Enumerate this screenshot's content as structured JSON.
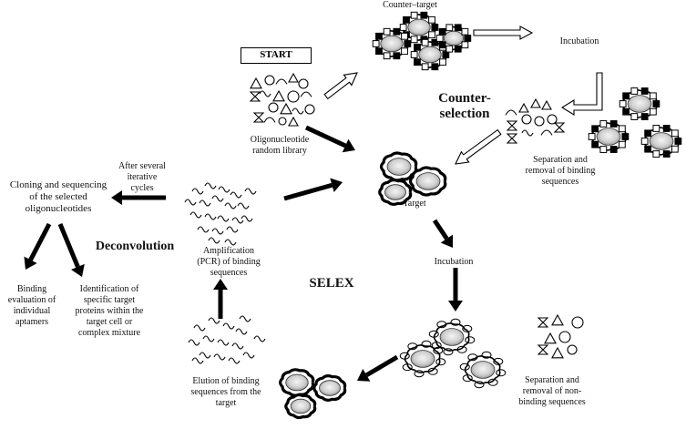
{
  "labels": {
    "counter_target": "Counter–target",
    "incubation_top": "Incubation",
    "start": "START",
    "counter_selection": "Counter-\nselection",
    "oligo_library": "Oligonucleotide\nrandom library",
    "separation_binding": "Separation and\nremoval of binding\nsequences",
    "target": "Target",
    "iterative_cycles": "After several\niterative\ncycles",
    "cloning": "Cloning and sequencing\nof the selected\noligonucleotides",
    "deconvolution": "Deconvolution",
    "amplification": "Amplification\n(PCR) of binding\nsequences",
    "incubation_mid": "Incubation",
    "selex": "SELEX",
    "binding_eval": "Binding\nevaluation of\nindividual\naptamers",
    "identification": "Identification of\nspecific target\nproteins within the\ntarget cell or\ncomplex mixture",
    "elution": "Elution of binding\nsequences from the\ntarget",
    "separation_nonbinding": "Separation and\nremoval of non-\nbinding sequences"
  },
  "colors": {
    "ink": "#000000",
    "target_fill": "#e6e6e6",
    "target_core": "#b8b8b8"
  }
}
